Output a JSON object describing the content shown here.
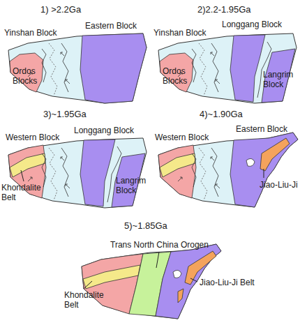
{
  "diagram": {
    "labels": [
      "1) >2.2Ga",
      "2)2.2-1.95Ga",
      "Yinshan Block",
      "Eastern Block",
      "Yinshan Block",
      "Longgang Block",
      "Ordos Blocks",
      "Ordos Blocks",
      "Langrim Block",
      "3)~1.95Ga",
      "4)~1.90Ga",
      "Western Block",
      "Longgang Block",
      "Western Block",
      "Eastern Block",
      "Khondalite Belt",
      "Langrim Block",
      "Jiao-Liu-Ji",
      "5)~1.85Ga",
      "Trans North China Orogen",
      "Khondalite Belt",
      "Jiao-Liu-Ji Belt"
    ]
  }
}
